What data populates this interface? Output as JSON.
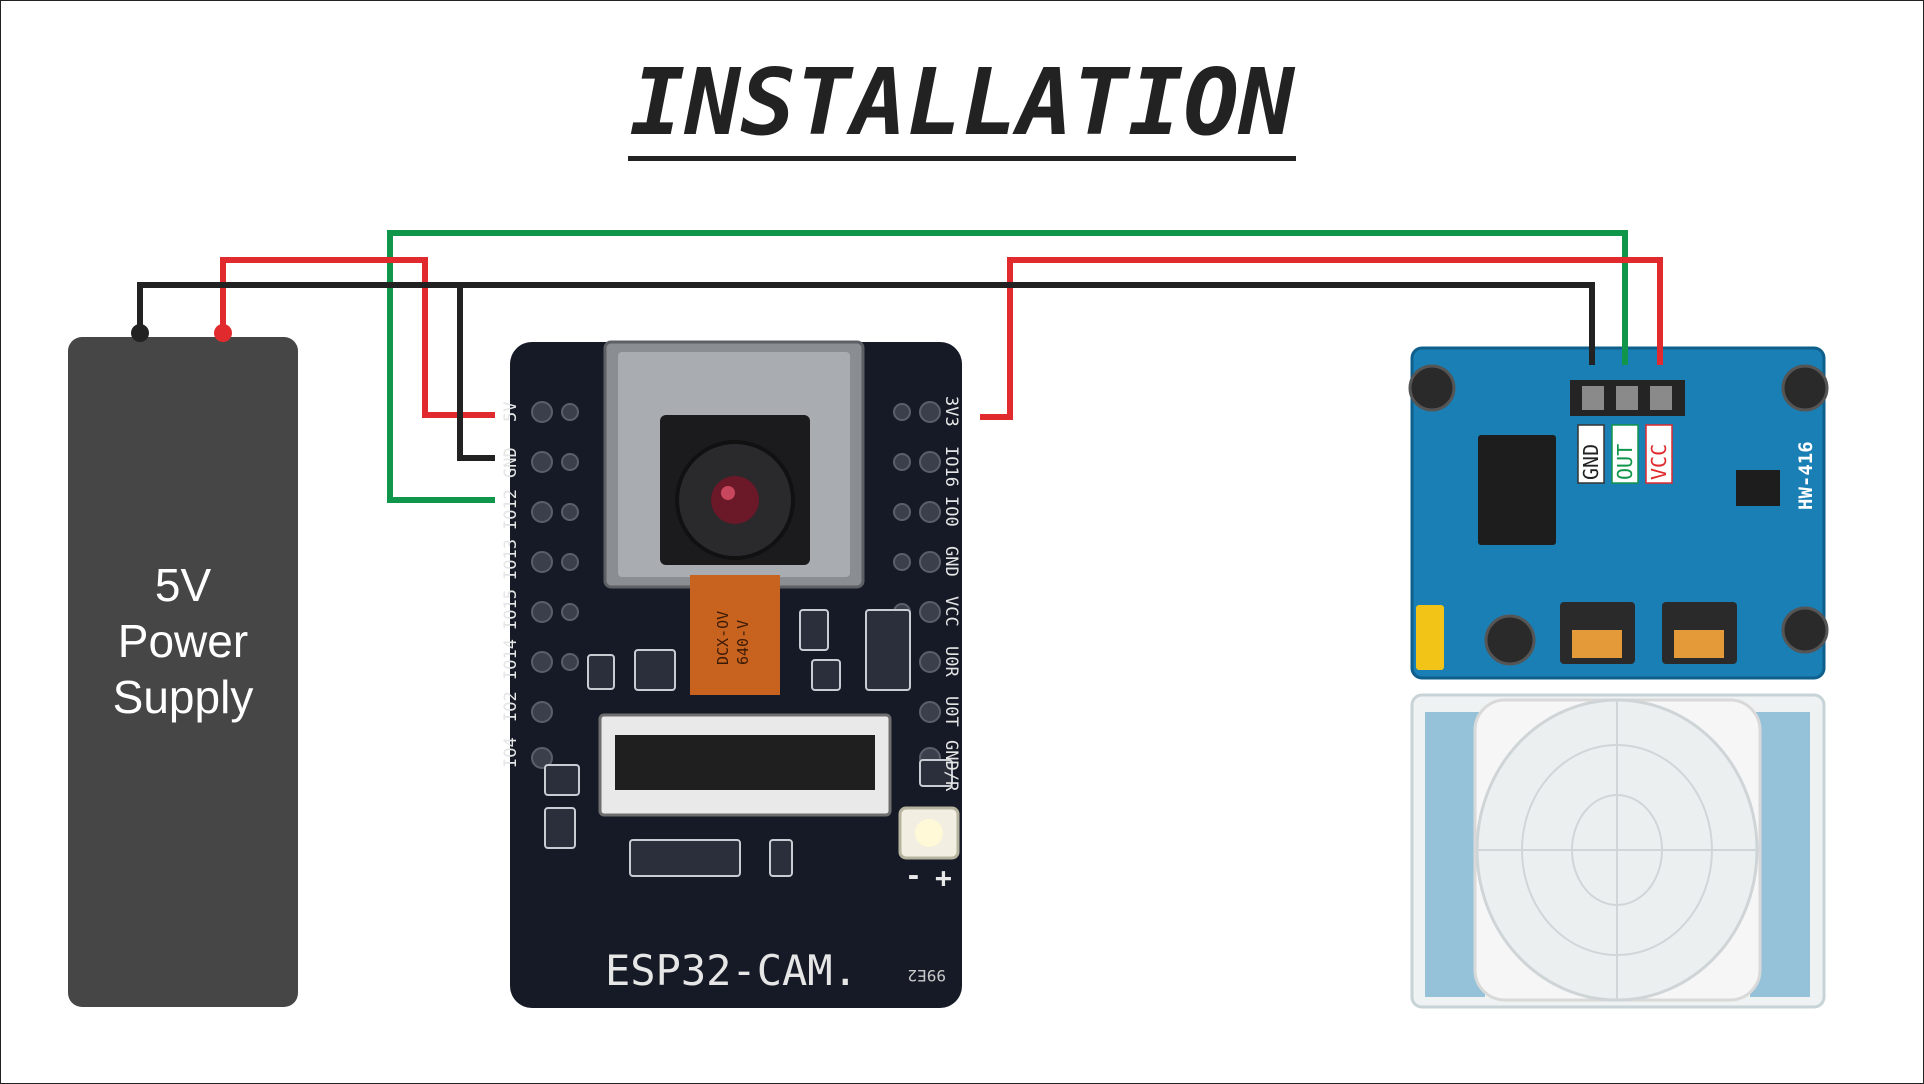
{
  "title": "INSTALLATION",
  "power_supply": {
    "label_line1": "5V",
    "label_line2": "Power",
    "label_line3": "Supply"
  },
  "esp32": {
    "board_label": "ESP32-CAM.",
    "board_code": "99E2",
    "left_pins": [
      "5V",
      "GND",
      "IO12",
      "IO13",
      "IO15",
      "IO14",
      "IO2",
      "IO4"
    ],
    "right_pins": [
      "3V3",
      "IO16",
      "IO0",
      "GND",
      "VCC",
      "U0R",
      "U0T",
      "GND/R"
    ],
    "camera_ribbon": [
      "DCX-OV",
      "640-V"
    ],
    "polarity": [
      "-",
      "+"
    ]
  },
  "pir": {
    "model": "HW-416",
    "pins": [
      "GND",
      "OUT",
      "VCC"
    ]
  },
  "colors": {
    "wire_black": "#222222",
    "wire_red": "#e02a2e",
    "wire_green": "#10964a",
    "psu": "#464646",
    "board": "#151a26",
    "pir_board": "#1a7fb4"
  }
}
